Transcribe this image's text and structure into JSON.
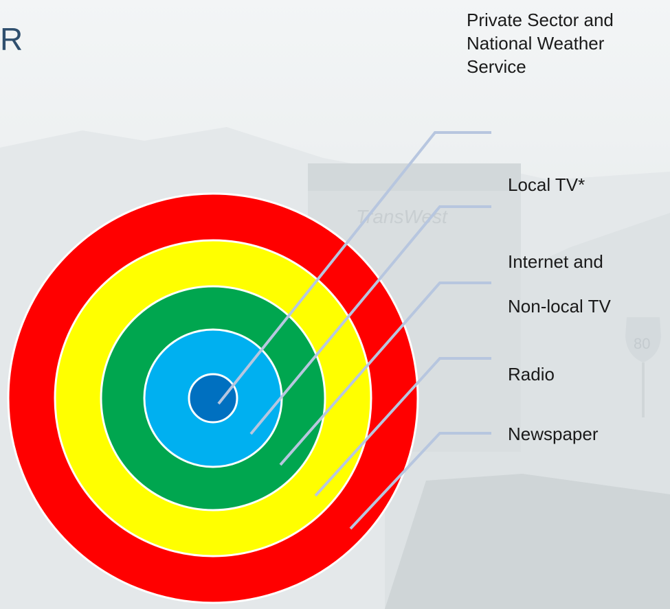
{
  "partial_title": "R",
  "background": {
    "truck_sign_text": "TransWest",
    "highway_shield_text": "80"
  },
  "rings": [
    {
      "name": "Newspaper",
      "color": "#ff0000"
    },
    {
      "name": "Radio",
      "color": "#ffff00"
    },
    {
      "name": "Internet and Non-local TV",
      "color": "#00a64f"
    },
    {
      "name": "Local TV*",
      "color": "#00b0f0"
    },
    {
      "name": "Private Sector and National Weather Service",
      "color": "#0070c0"
    }
  ],
  "labels": {
    "private_sector": "Private Sector and National Weather Service",
    "local_tv": "Local TV*",
    "internet_line1": "Internet and",
    "internet_line2": "Non-local TV",
    "radio": "Radio",
    "newspaper": "Newspaper"
  },
  "colors": {
    "leader_line": "#b7c6df",
    "ring_border": "#ffffff"
  }
}
